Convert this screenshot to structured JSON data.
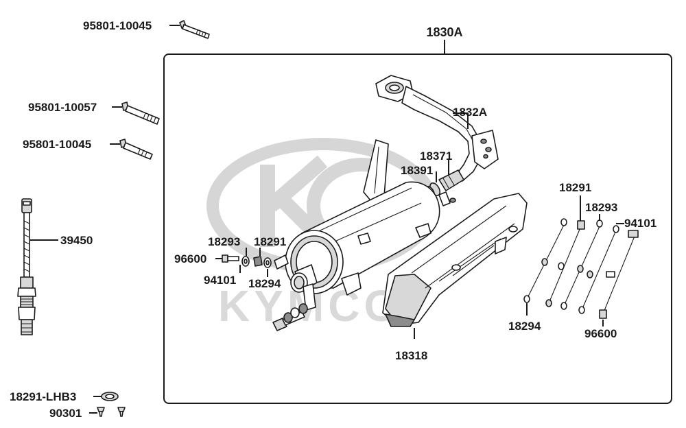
{
  "watermark": {
    "brand": "KYMCO",
    "color": "#d6d6d6"
  },
  "assembly": {
    "label": "1830A"
  },
  "callouts": {
    "bolt_top": "95801-10045",
    "bolt_mid": "95801-10057",
    "bolt_low": "95801-10045",
    "sensor": "39450",
    "gasket": "18291-LHB3",
    "screws": "90301",
    "exhaust_pipe": "1832A",
    "gasket_a": "18371",
    "gasket_b": "18391",
    "muffler_cover": "18318",
    "left_18293": "18293",
    "left_18291": "18291",
    "left_96600": "96600",
    "left_94101": "94101",
    "left_18294": "18294",
    "right_18291": "18291",
    "right_18293": "18293",
    "right_94101": "94101",
    "right_18294": "18294",
    "right_96600": "96600"
  },
  "colors": {
    "ink": "#1a1a1a",
    "frame": "#1a1a1a",
    "background": "#ffffff"
  }
}
